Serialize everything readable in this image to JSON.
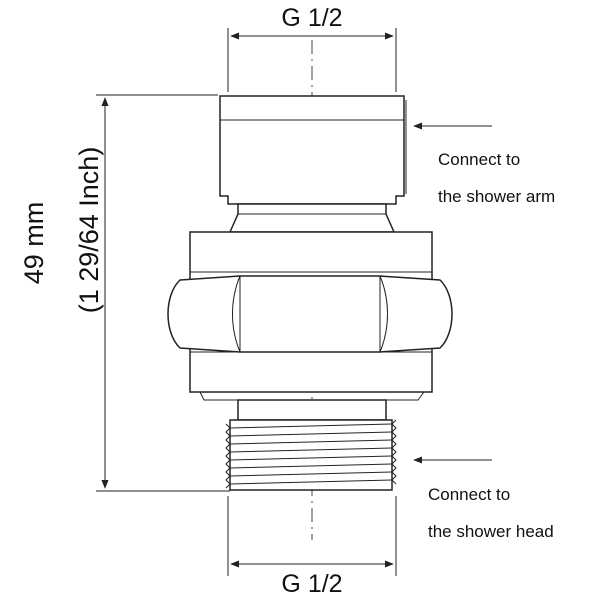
{
  "diagram": {
    "top_thread_label": "G 1/2",
    "bottom_thread_label": "G 1/2",
    "height_mm": "49 mm",
    "height_inch": "(1 29/64 Inch)",
    "callout_top_line1": "Connect to",
    "callout_top_line2": "the shower arm",
    "callout_bottom_line1": "Connect to",
    "callout_bottom_line2": "the shower head"
  }
}
